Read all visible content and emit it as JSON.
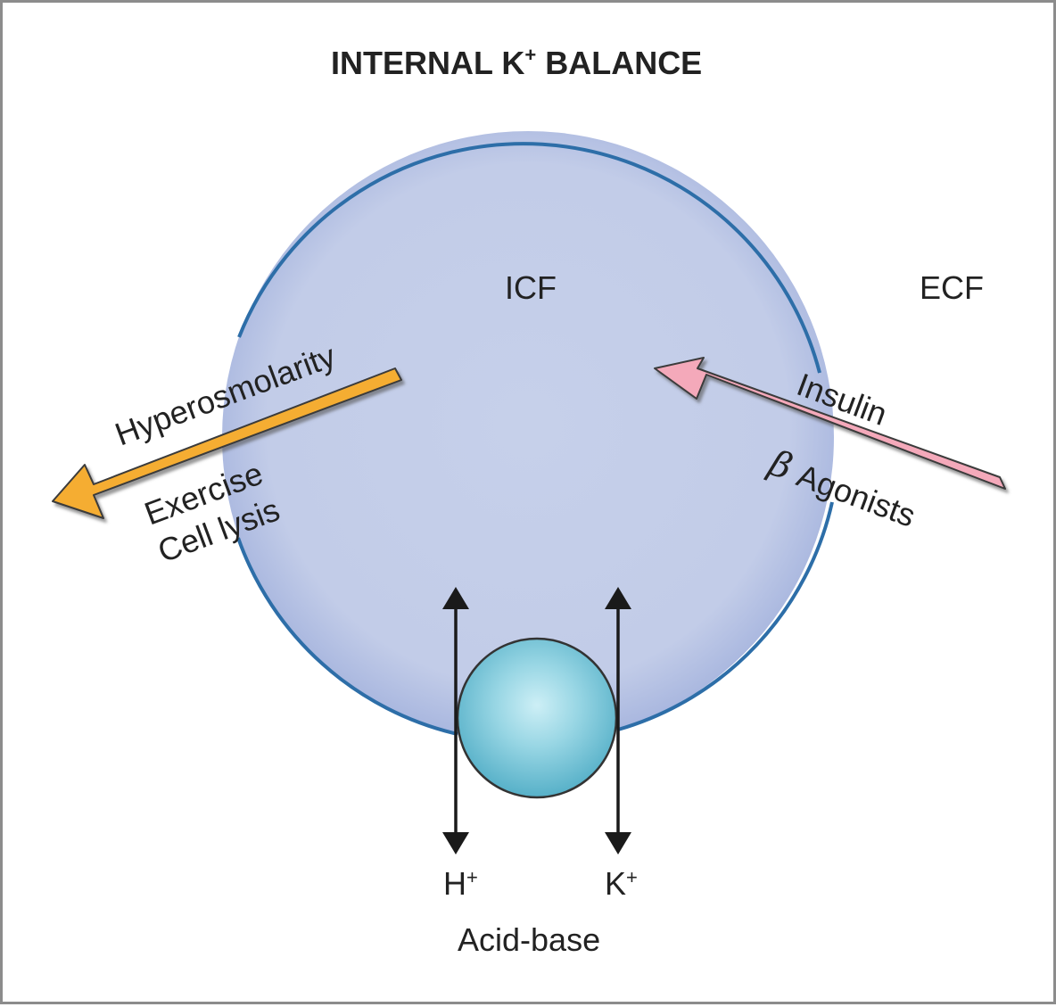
{
  "title": {
    "main": "INTERNAL K",
    "superscript": "+",
    "rest": " BALANCE"
  },
  "regions": {
    "icf": "ICF",
    "ecf": "ECF"
  },
  "outward_factors": {
    "item1": "Hyperosmolarity",
    "item2": "Exercise",
    "item3": "Cell lysis"
  },
  "inward_factors": {
    "item1": "Insulin",
    "beta_symbol": "β",
    "item2": "Agonists"
  },
  "exchanger": {
    "ion_left": "H",
    "ion_left_sup": "+",
    "ion_right": "K",
    "ion_right_sup": "+",
    "label": "Acid-base"
  },
  "colors": {
    "cell_fill": "#c3cde8",
    "cell_edge": "#2d6ea8",
    "outward_arrow": "#f5ad32",
    "inward_arrow": "#f4a9ba",
    "exchanger": "#7ecbdc",
    "text": "#222222"
  }
}
